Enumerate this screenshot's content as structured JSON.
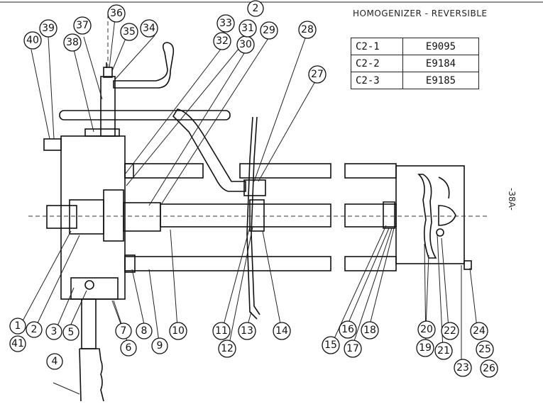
{
  "title": "HOMOGENIZER - REVERSIBLE",
  "page_number": "-38A-",
  "part_codes": [
    {
      "code": "C2-1",
      "part": "E9095"
    },
    {
      "code": "C2-2",
      "part": "E9184"
    },
    {
      "code": "C2-3",
      "part": "E9185"
    }
  ],
  "callout_labels": [
    "1",
    "2",
    "3",
    "4",
    "5",
    "6",
    "7",
    "8",
    "9",
    "10",
    "11",
    "12",
    "13",
    "14",
    "15",
    "16",
    "17",
    "18",
    "19",
    "20",
    "21",
    "22",
    "23",
    "24",
    "25",
    "26",
    "27",
    "28",
    "29",
    "30",
    "31",
    "32",
    "33",
    "34",
    "35",
    "36",
    "37",
    "38",
    "39",
    "40",
    "41",
    "2"
  ]
}
